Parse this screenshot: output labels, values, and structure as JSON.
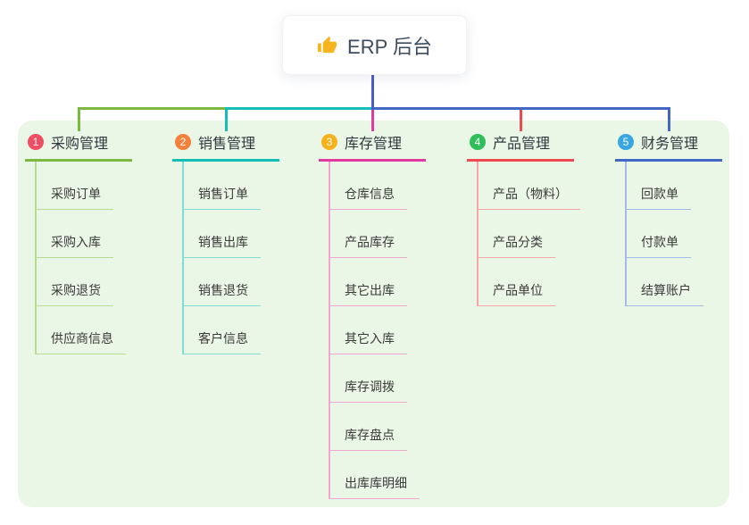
{
  "root": {
    "icon": "thumbs-up",
    "title": "ERP 后台"
  },
  "connector_color": "#4a5cc9",
  "panel_color": "#ebf7e6",
  "icon_color": "#f6b41f",
  "branches": [
    {
      "num": "1",
      "title": "采购管理",
      "badge_color": "#ee4d63",
      "line_color": "#7cba3f",
      "light_color": "#b9dc94",
      "children": [
        "采购订单",
        "采购入库",
        "采购退货",
        "供应商信息"
      ]
    },
    {
      "num": "2",
      "title": "销售管理",
      "badge_color": "#f5803b",
      "line_color": "#14bdb5",
      "light_color": "#82dcd6",
      "children": [
        "销售订单",
        "销售出库",
        "销售退货",
        "客户信息"
      ]
    },
    {
      "num": "3",
      "title": "库存管理",
      "badge_color": "#f6b21d",
      "line_color": "#e23a9f",
      "light_color": "#f3a6d2",
      "children": [
        "仓库信息",
        "产品库存",
        "其它出库",
        "其它入库",
        "库存调拨",
        "库存盘点",
        "出库库明细"
      ]
    },
    {
      "num": "4",
      "title": "产品管理",
      "badge_color": "#2fbe58",
      "line_color": "#f04b50",
      "light_color": "#f8a5a5",
      "children": [
        "产品（物料）",
        "产品分类",
        "产品单位"
      ]
    },
    {
      "num": "5",
      "title": "财务管理",
      "badge_color": "#38a7e1",
      "line_color": "#4268c4",
      "light_color": "#a3b9e6",
      "children": [
        "回款单",
        "付款单",
        "结算账户"
      ]
    }
  ]
}
